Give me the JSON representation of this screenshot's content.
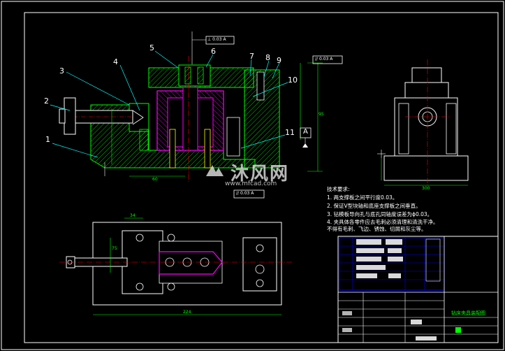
{
  "drawing": {
    "part_numbers": [
      "1",
      "2",
      "3",
      "4",
      "5",
      "6",
      "7",
      "8",
      "9",
      "10",
      "11"
    ],
    "tolerance_frames": [
      {
        "symbol": "⊥",
        "value": "0.03",
        "datum": "A"
      },
      {
        "symbol": "//",
        "value": "0.03",
        "datum": "A"
      },
      {
        "symbol": "//",
        "value": "0.03",
        "datum": "A"
      }
    ],
    "datum_label": "A",
    "dimensions": {
      "front_width": "60",
      "front_height": "95",
      "side_width": "300",
      "plan_length": "224",
      "plan_top": "34",
      "plan_side": "75"
    },
    "notes_title": "技术要求:",
    "notes": [
      "1. 两支撑板之间平行度0.03。",
      "2. 保证V型块轴和底座支撑板之间垂直。",
      "3. 钻模板导向孔与底孔同轴度误差为ϕ0.03。",
      "4. 夹具体各零件应去毛刺必须清理和清洗干净。",
      "不得有毛刺、飞边、锈蚀、切屑和灰尘等。"
    ],
    "title_block_name": "钻床夹具装配图",
    "colors": {
      "frame": "#ffffff",
      "geometry_green": "#00ff00",
      "part_magenta": "#ff00ff",
      "leader_cyan": "#00ffff",
      "hatch_green": "#00ff00",
      "highlight_yellow": "#ffff00",
      "table_blue": "#0000ff"
    }
  },
  "watermark": {
    "brand": "沐风网",
    "url": "www.mfcad.com"
  }
}
